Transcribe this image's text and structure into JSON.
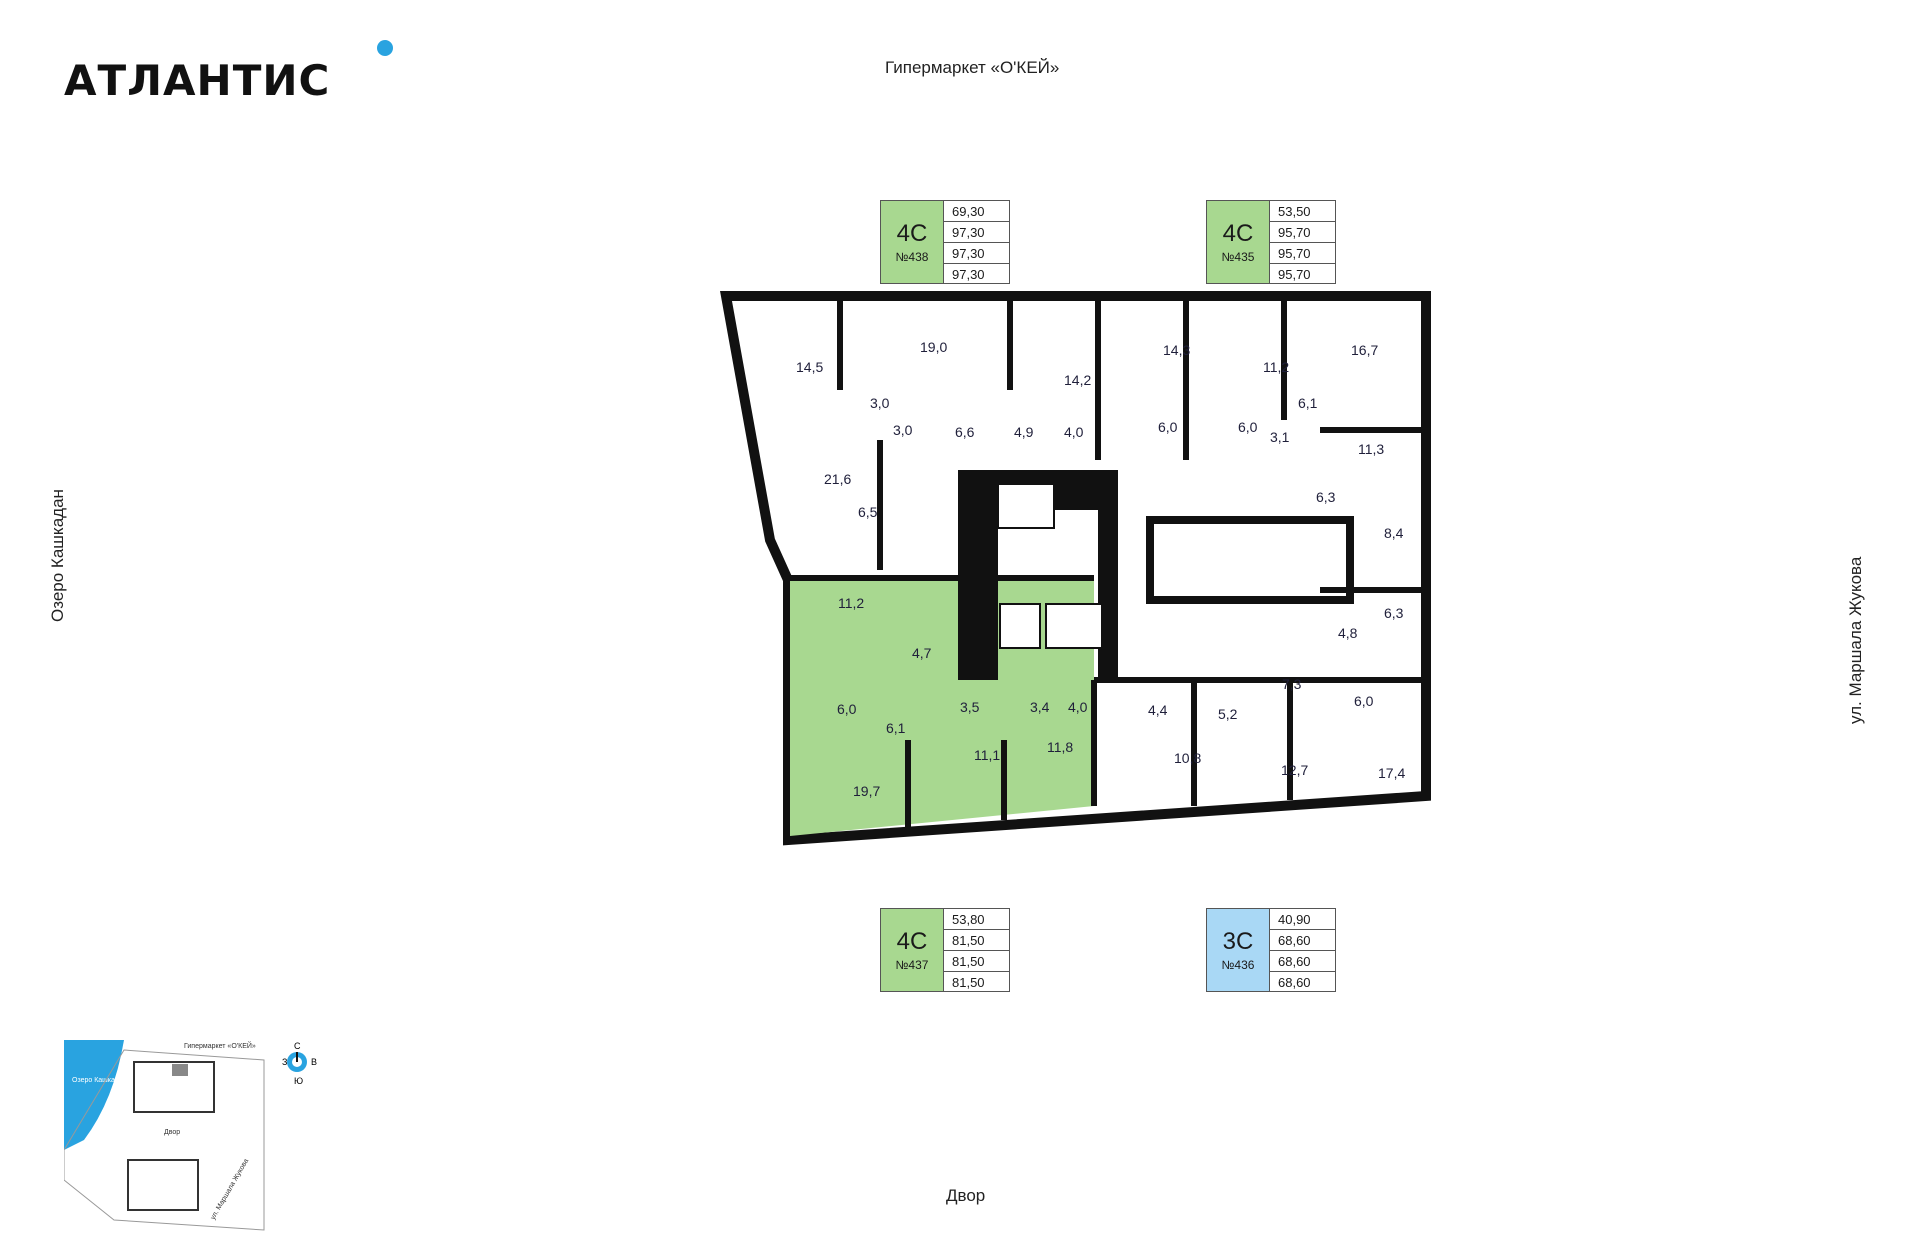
{
  "logo": {
    "text": "АТЛАНТИС"
  },
  "directions": {
    "top": "Гипермаркет «О'КЕЙ»",
    "bottom": "Двор",
    "left": "Озеро Кашкадан",
    "right": "ул. Маршала Жукова"
  },
  "units": [
    {
      "type": "4С",
      "number": "№438",
      "areas": [
        "69,30",
        "97,30",
        "97,30",
        "97,30"
      ],
      "color": "#a8d890"
    },
    {
      "type": "4С",
      "number": "№435",
      "areas": [
        "53,50",
        "95,70",
        "95,70",
        "95,70"
      ],
      "color": "#a8d890"
    },
    {
      "type": "4С",
      "number": "№437",
      "areas": [
        "53,80",
        "81,50",
        "81,50",
        "81,50"
      ],
      "color": "#a8d890"
    },
    {
      "type": "3С",
      "number": "№436",
      "areas": [
        "40,90",
        "68,60",
        "68,60",
        "68,60"
      ],
      "color": "#a9d8f5"
    }
  ],
  "room_areas": [
    "14,5",
    "19,0",
    "14,2",
    "14,3",
    "11,2",
    "16,7",
    "3,0",
    "3,0",
    "6,6",
    "4,9",
    "4,0",
    "6,0",
    "6,0",
    "3,1",
    "6,1",
    "11,3",
    "21,6",
    "6,5",
    "6,3",
    "8,4",
    "11,2",
    "4,7",
    "6,3",
    "4,8",
    "6,0",
    "3,5",
    "3,4",
    "4,0",
    "4,4",
    "5,2",
    "7,3",
    "6,0",
    "6,1",
    "11,1",
    "11,8",
    "10,8",
    "12,7",
    "17,4",
    "19,7"
  ],
  "minimap": {
    "lake": "Озеро Кашкадан",
    "store": "Гипермаркет «О'КЕЙ»",
    "yard": "Двор",
    "street": "ул. Маршала Жукова"
  },
  "compass": {
    "n": "С",
    "s": "Ю",
    "w": "З",
    "e": "В"
  }
}
